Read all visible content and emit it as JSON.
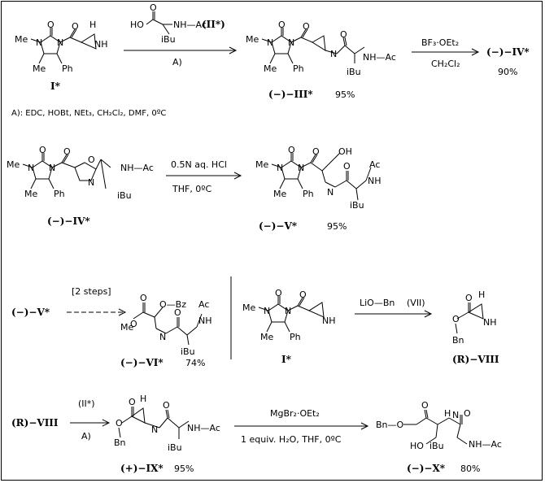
{
  "compounds": {
    "I_star": "I*",
    "III": "(−)−III*",
    "III_yield": "95%",
    "IV": "(−)−IV*",
    "IV_yield": "90%",
    "IV_label": "(−)−IV*",
    "V": "(−)−V*",
    "V_yield": "95%",
    "V_start": "(−)−V*",
    "VI": "(−)−VI*",
    "VI_yield": "74%",
    "I_star2": "I*",
    "VIII": "(R)−VIII",
    "VIII_start": "(R)−VIII",
    "IX": "(+)−IX*",
    "IX_yield": "95%",
    "X": "(−)−X*",
    "X_yield": "80%"
  },
  "reagents": {
    "II_label": "(II*)",
    "step1_cond": "A)",
    "footnote": "A):  EDC,  HOBt,  NEt₃,  CH₂Cl₂,  DMF,   0ºC",
    "step2_top": "BF₃·OEt₂",
    "step2_bottom": "CH₂Cl₂",
    "step3_top": "0.5N aq. HCl",
    "step3_bottom": "THF,  0ºC",
    "step4_top": "[2 steps]",
    "step5_top": "LiO—Bn",
    "step5_label": "(VII)",
    "step6_top": "(II*)",
    "step6_bottom": "A)",
    "step7_top": "MgBr₂·OEt₂",
    "step7_bottom": "1 equiv. H₂O, THF, 0ºC"
  },
  "atoms": {
    "Me": "Me",
    "N": "N",
    "O": "O",
    "Ph": "Ph",
    "NH": "NH",
    "HO": "HO",
    "iBu": "iBu",
    "NH_Ac": "NH—Ac",
    "Ac": "Ac",
    "OH": "OH",
    "OBz": "O—Bz",
    "Bn": "Bn",
    "BnO": "Bn—O",
    "H": "H"
  }
}
